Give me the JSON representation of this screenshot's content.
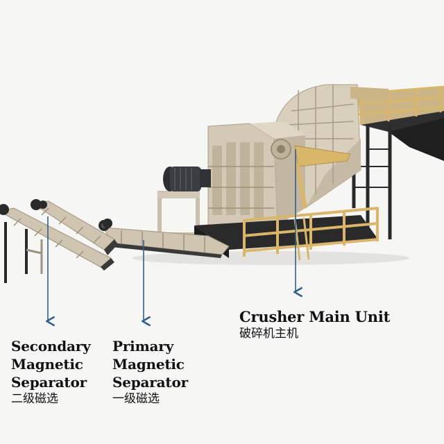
{
  "labels": {
    "secondary": {
      "line1": "Secondary",
      "line2": "Magnetic",
      "line3": "Separator",
      "zh": "二级磁选"
    },
    "primary": {
      "line1": "Primary",
      "line2": "Magnetic",
      "line3": "Separator",
      "zh": "一级磁选"
    },
    "crusher": {
      "line1": "Crusher Main Unit",
      "zh": "破碎机主机"
    }
  },
  "colors": {
    "background": "#f6f6f5",
    "machine_body": "#d9cfbd",
    "machine_shadow": "#b9ad98",
    "railing": "#d9b66a",
    "steel_dark": "#2a2a2a",
    "motor": "#3a3d42",
    "arrow": "#2e5f8f",
    "text": "#111111"
  }
}
